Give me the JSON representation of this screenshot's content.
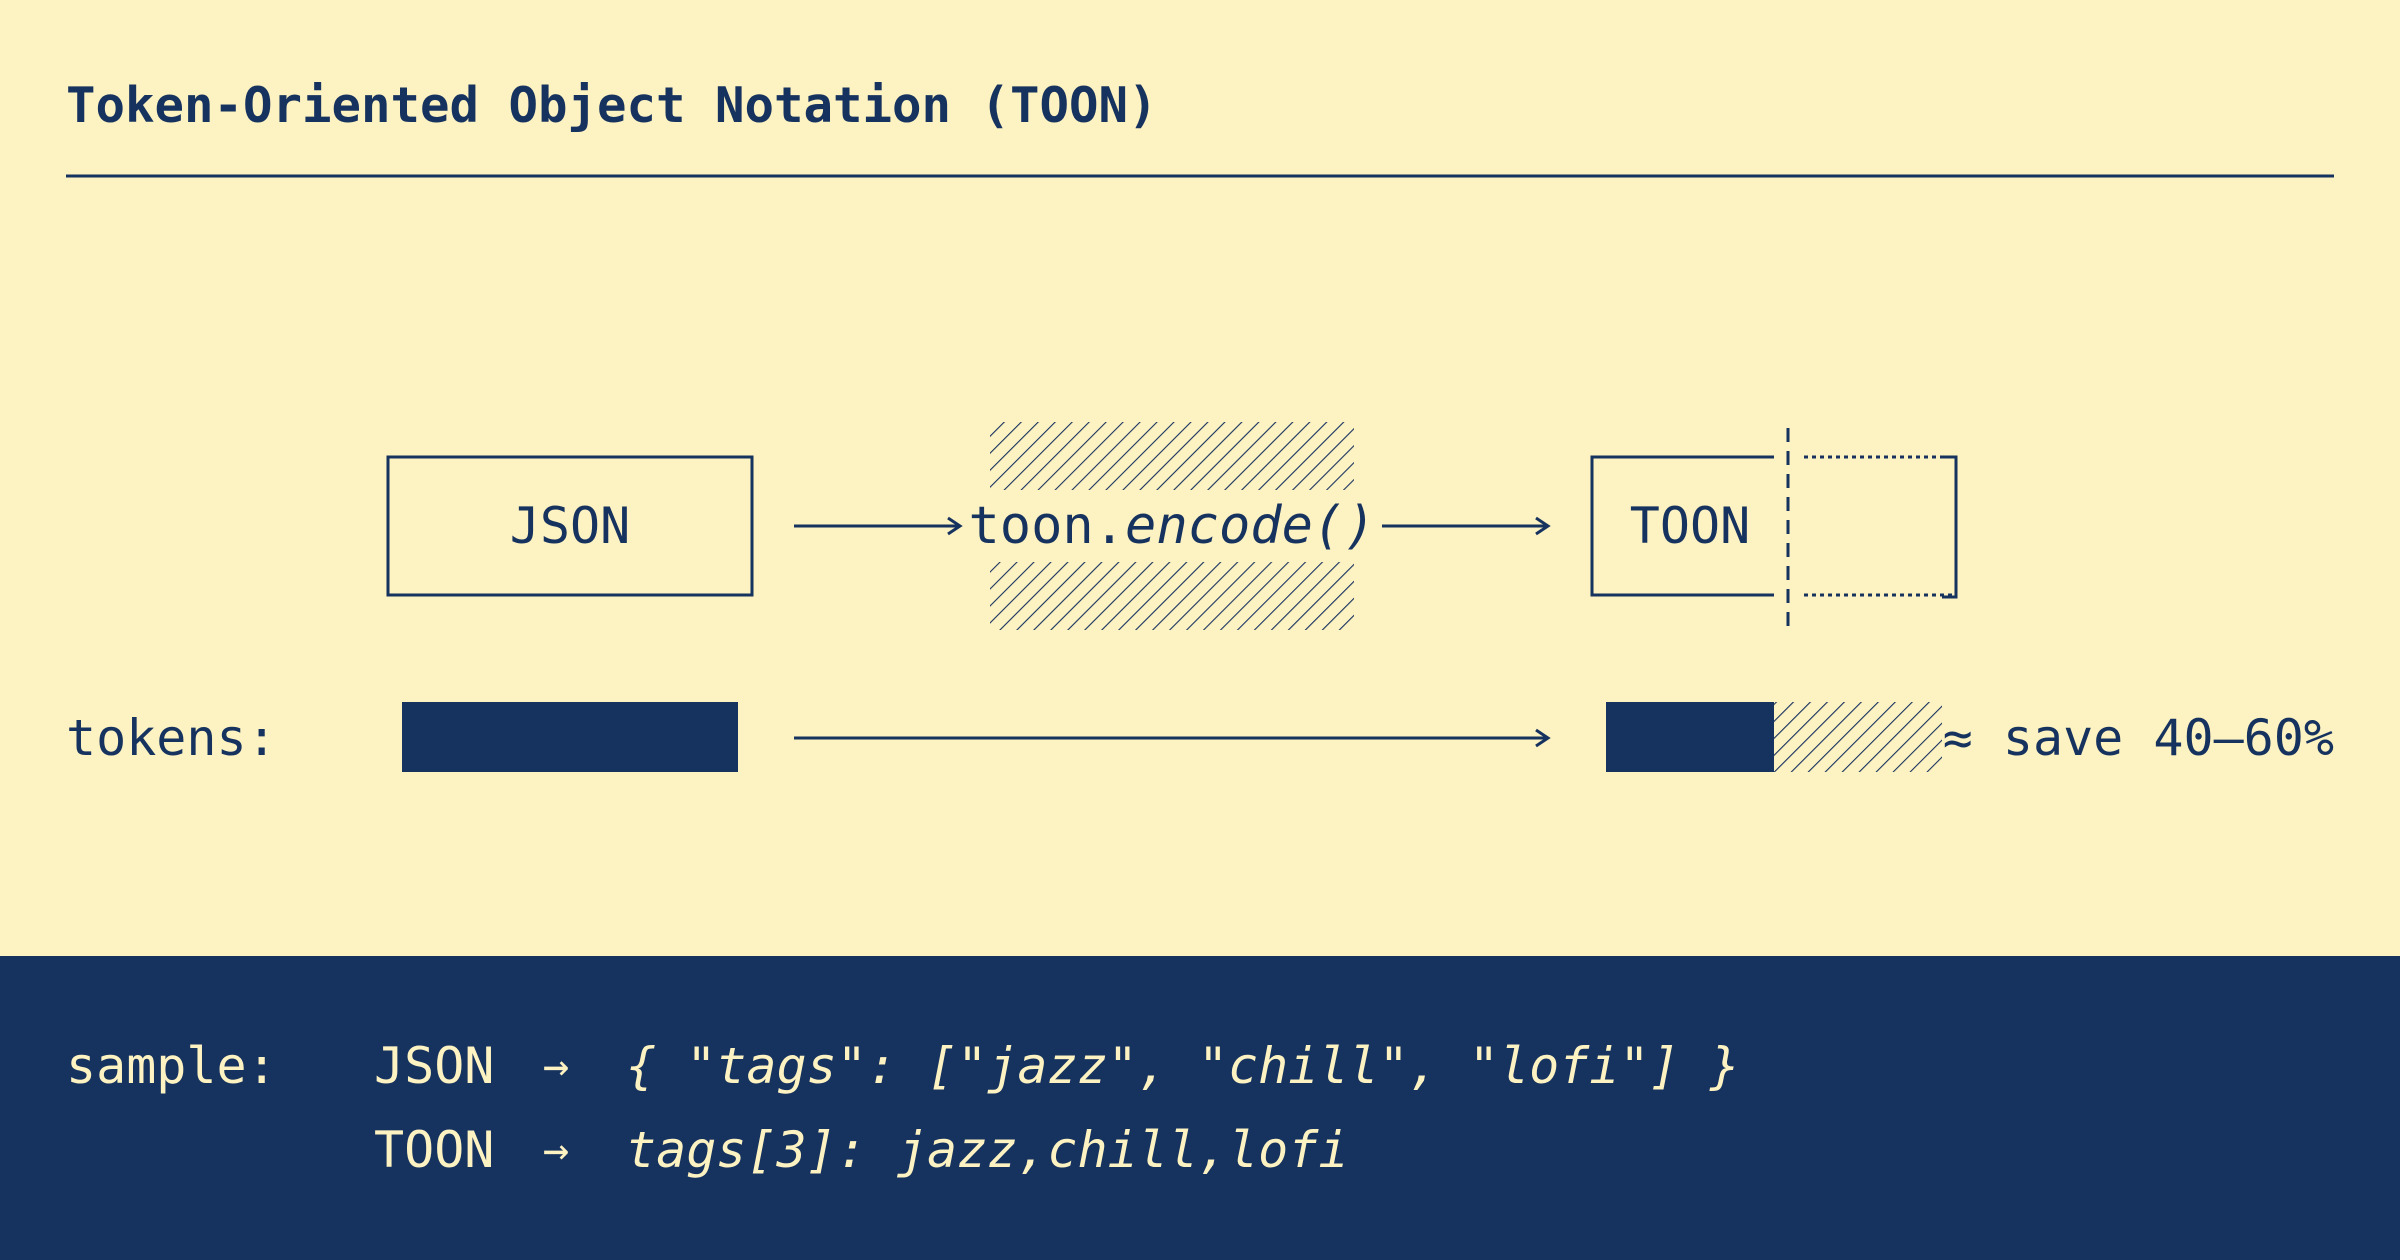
{
  "title": "Token-Oriented Object Notation (TOON)",
  "pipeline": {
    "input_label": "JSON",
    "function_object": "toon.",
    "function_method": "encode()",
    "output_label": "TOON"
  },
  "tokens": {
    "label": "tokens:",
    "savings_text": "≈ save 40–60%"
  },
  "sample": {
    "label": "sample:",
    "rows": [
      {
        "format": "JSON",
        "arrow": "→",
        "code": "{ \"tags\": [\"jazz\", \"chill\", \"lofi\"] }"
      },
      {
        "format": "TOON",
        "arrow": "→",
        "code": "tags[3]: jazz,chill,lofi"
      }
    ]
  },
  "colors": {
    "background": "#fdf2c1",
    "ink": "#16325f"
  }
}
